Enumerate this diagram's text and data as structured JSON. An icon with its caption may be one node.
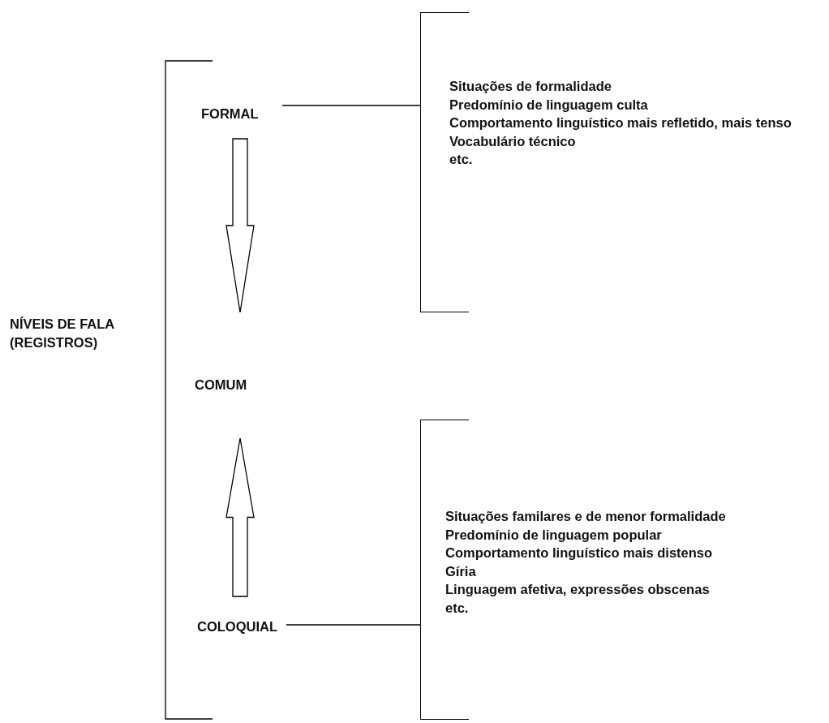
{
  "diagram": {
    "nodes": [
      {
        "text": [
          "NÍVEIS DE FALA (REGISTROS)"
        ]
      },
      {
        "text": [
          "FORMAL"
        ]
      },
      {
        "text": [
          "COMUM"
        ]
      },
      {
        "text": [
          "COLOQUIAL"
        ]
      },
      {
        "text": [
          "Situações de formalidade",
          "Predomínio de linguagem culta",
          "Comportamento linguístico mais refletido, mais tenso",
          "Vocabulário técnico",
          "etc."
        ]
      },
      {
        "text": [
          "Situações familares e de menor formalidade",
          "Predomínio de linguagem popular",
          "Comportamento linguístico mais distenso",
          "Gíria",
          "Linguagem afetiva, expressões obscenas",
          "etc."
        ]
      }
    ],
    "edges": [
      {
        "from": 1,
        "to": 2,
        "arrow": "to"
      },
      {
        "from": 3,
        "to": 2,
        "arrow": "to"
      },
      {
        "from": 1,
        "to": 4,
        "arrow": "none"
      },
      {
        "from": 3,
        "to": 5,
        "arrow": "none"
      }
    ]
  }
}
